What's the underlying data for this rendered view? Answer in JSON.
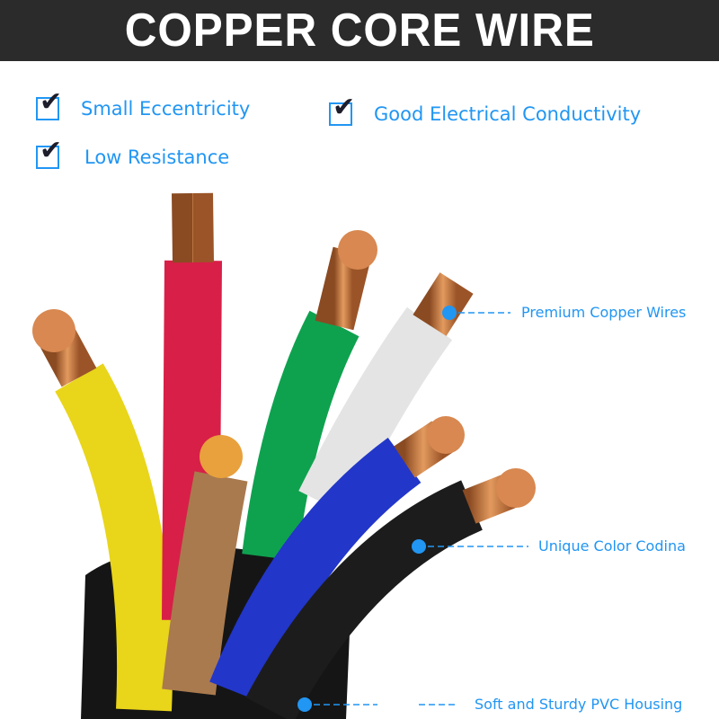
{
  "title": "COPPER CORE WIRE",
  "features": [
    {
      "label": "Small Eccentricity",
      "checked": true
    },
    {
      "label": "Good Electrical Conductivity",
      "checked": true
    },
    {
      "label": "Low Resistance",
      "checked": true
    }
  ],
  "callouts": [
    {
      "label": "Premium Copper Wires"
    },
    {
      "label": "Unique Color Codina"
    },
    {
      "label": "Soft and Sturdy PVC Housing"
    }
  ],
  "colors": {
    "accent": "#2196f3",
    "banner": "#2b2b2b",
    "copper": "#c9753d"
  },
  "check_glyph": "✔"
}
